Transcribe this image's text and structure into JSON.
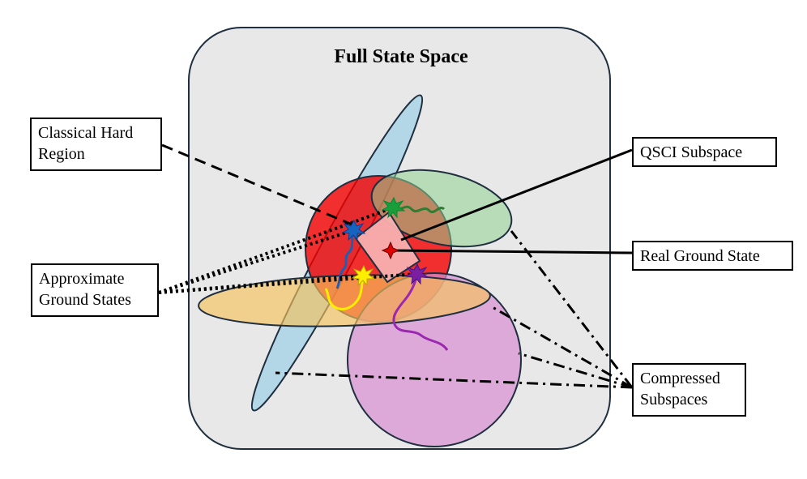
{
  "title": "Full State Space",
  "labels": {
    "classical_hard_region": "Classical Hard\nRegion",
    "qsci_subspace": "QSCI Subspace",
    "real_ground_state": "Real Ground State",
    "approximate_ground_states": "Approximate\nGround States",
    "compressed_subspaces": "Compressed\nSubspaces"
  },
  "colors": {
    "state_space_fill": "#e8e8e8",
    "state_space_border": "#1f2f3f",
    "classical_hard_region": "#f20000",
    "green_ellipse": "#8fd18f",
    "blue_ellipse": "#a9d4e6",
    "yellow_ellipse": "#f6c25a",
    "pink_circle": "#d98fd1",
    "qsci_square": "#f7b0b0",
    "real_ground_state_star": "#e00000",
    "approx_state_green": "#1a9e3a",
    "approx_state_blue": "#1565c0",
    "approx_state_yellow": "#ffee00",
    "approx_state_purple": "#7b1fa2"
  }
}
